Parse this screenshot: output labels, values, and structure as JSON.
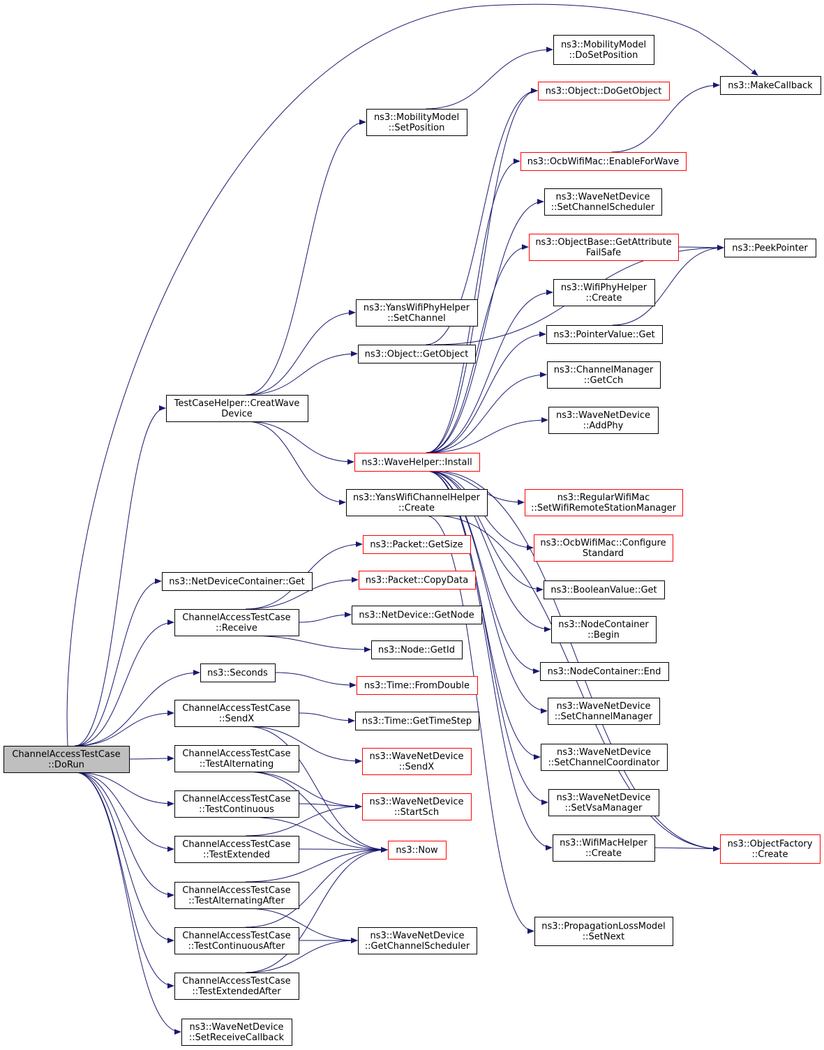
{
  "colors": {
    "edge": "#191970",
    "node_border": "#000000",
    "node_border_truncated": "#ff0000",
    "root_fill": "#bfbfbf"
  },
  "nodes": {
    "dorun": {
      "lines": [
        "ChannelAccessTestCase",
        "::DoRun"
      ],
      "style": "root"
    },
    "creatwave": {
      "lines": [
        "TestCaseHelper::CreatWave",
        "Device"
      ],
      "style": "normal"
    },
    "ndcget": {
      "lines": [
        "ns3::NetDeviceContainer::Get"
      ],
      "style": "normal"
    },
    "receive": {
      "lines": [
        "ChannelAccessTestCase",
        "::Receive"
      ],
      "style": "normal"
    },
    "seconds": {
      "lines": [
        "ns3::Seconds"
      ],
      "style": "normal"
    },
    "sendx": {
      "lines": [
        "ChannelAccessTestCase",
        "::SendX"
      ],
      "style": "normal"
    },
    "testalt": {
      "lines": [
        "ChannelAccessTestCase",
        "::TestAlternating"
      ],
      "style": "normal"
    },
    "testcont": {
      "lines": [
        "ChannelAccessTestCase",
        "::TestContinuous"
      ],
      "style": "normal"
    },
    "testext": {
      "lines": [
        "ChannelAccessTestCase",
        "::TestExtended"
      ],
      "style": "normal"
    },
    "testaltafter": {
      "lines": [
        "ChannelAccessTestCase",
        "::TestAlternatingAfter"
      ],
      "style": "normal"
    },
    "testcontafter": {
      "lines": [
        "ChannelAccessTestCase",
        "::TestContinuousAfter"
      ],
      "style": "normal"
    },
    "testextafter": {
      "lines": [
        "ChannelAccessTestCase",
        "::TestExtendedAfter"
      ],
      "style": "normal"
    },
    "setrecvcb": {
      "lines": [
        "ns3::WaveNetDevice",
        "::SetReceiveCallback"
      ],
      "style": "normal"
    },
    "mmsetpos": {
      "lines": [
        "ns3::MobilityModel",
        "::SetPosition"
      ],
      "style": "normal"
    },
    "yanssetch": {
      "lines": [
        "ns3::YansWifiPhyHelper",
        "::SetChannel"
      ],
      "style": "normal"
    },
    "getobject": {
      "lines": [
        "ns3::Object::GetObject"
      ],
      "style": "normal"
    },
    "waveinstall": {
      "lines": [
        "ns3::WaveHelper::Install"
      ],
      "style": "truncated"
    },
    "yanschcreate": {
      "lines": [
        "ns3::YansWifiChannelHelper",
        "::Create"
      ],
      "style": "normal"
    },
    "pktgetsize": {
      "lines": [
        "ns3::Packet::GetSize"
      ],
      "style": "truncated"
    },
    "pktcopy": {
      "lines": [
        "ns3::Packet::CopyData"
      ],
      "style": "truncated"
    },
    "ndgetnode": {
      "lines": [
        "ns3::NetDevice::GetNode"
      ],
      "style": "normal"
    },
    "nodegetid": {
      "lines": [
        "ns3::Node::GetId"
      ],
      "style": "normal"
    },
    "fromdouble": {
      "lines": [
        "ns3::Time::FromDouble"
      ],
      "style": "truncated"
    },
    "gettimestep": {
      "lines": [
        "ns3::Time::GetTimeStep"
      ],
      "style": "normal"
    },
    "wndsendx": {
      "lines": [
        "ns3::WaveNetDevice",
        "::SendX"
      ],
      "style": "truncated"
    },
    "startsch": {
      "lines": [
        "ns3::WaveNetDevice",
        "::StartSch"
      ],
      "style": "truncated"
    },
    "now": {
      "lines": [
        "ns3::Now"
      ],
      "style": "truncated"
    },
    "getchsched": {
      "lines": [
        "ns3::WaveNetDevice",
        "::GetChannelScheduler"
      ],
      "style": "normal"
    },
    "mmdosetpos": {
      "lines": [
        "ns3::MobilityModel",
        "::DoSetPosition"
      ],
      "style": "normal"
    },
    "dogetobject": {
      "lines": [
        "ns3::Object::DoGetObject"
      ],
      "style": "truncated"
    },
    "enableforwave": {
      "lines": [
        "ns3::OcbWifiMac::EnableForWave"
      ],
      "style": "truncated"
    },
    "setchsched": {
      "lines": [
        "ns3::WaveNetDevice",
        "::SetChannelScheduler"
      ],
      "style": "normal"
    },
    "getattrfs": {
      "lines": [
        "ns3::ObjectBase::GetAttribute",
        "FailSafe"
      ],
      "style": "truncated"
    },
    "wifiphycreate": {
      "lines": [
        "ns3::WifiPhyHelper",
        "::Create"
      ],
      "style": "normal"
    },
    "pvget": {
      "lines": [
        "ns3::PointerValue::Get"
      ],
      "style": "normal"
    },
    "getcch": {
      "lines": [
        "ns3::ChannelManager",
        "::GetCch"
      ],
      "style": "normal"
    },
    "addphy": {
      "lines": [
        "ns3::WaveNetDevice",
        "::AddPhy"
      ],
      "style": "normal"
    },
    "setwrsm": {
      "lines": [
        "ns3::RegularWifiMac",
        "::SetWifiRemoteStationManager"
      ],
      "style": "truncated"
    },
    "configstd": {
      "lines": [
        "ns3::OcbWifiMac::Configure",
        "Standard"
      ],
      "style": "truncated"
    },
    "boolget": {
      "lines": [
        "ns3::BooleanValue::Get"
      ],
      "style": "normal"
    },
    "ncbegin": {
      "lines": [
        "ns3::NodeContainer",
        "::Begin"
      ],
      "style": "normal"
    },
    "ncend": {
      "lines": [
        "ns3::NodeContainer::End"
      ],
      "style": "normal"
    },
    "setchmgr": {
      "lines": [
        "ns3::WaveNetDevice",
        "::SetChannelManager"
      ],
      "style": "normal"
    },
    "setchcoord": {
      "lines": [
        "ns3::WaveNetDevice",
        "::SetChannelCoordinator"
      ],
      "style": "normal"
    },
    "setvsa": {
      "lines": [
        "ns3::WaveNetDevice",
        "::SetVsaManager"
      ],
      "style": "normal"
    },
    "wifimaccreate": {
      "lines": [
        "ns3::WifiMacHelper",
        "::Create"
      ],
      "style": "normal"
    },
    "propsetnext": {
      "lines": [
        "ns3::PropagationLossModel",
        "::SetNext"
      ],
      "style": "normal"
    },
    "makecallback": {
      "lines": [
        "ns3::MakeCallback"
      ],
      "style": "normal"
    },
    "peekpointer": {
      "lines": [
        "ns3::PeekPointer"
      ],
      "style": "normal"
    },
    "objfactcreate": {
      "lines": [
        "ns3::ObjectFactory",
        "::Create"
      ],
      "style": "truncated"
    }
  },
  "edges": [
    [
      "dorun",
      "makecallback"
    ],
    [
      "dorun",
      "creatwave"
    ],
    [
      "dorun",
      "ndcget"
    ],
    [
      "dorun",
      "receive"
    ],
    [
      "dorun",
      "seconds"
    ],
    [
      "dorun",
      "sendx"
    ],
    [
      "dorun",
      "testalt"
    ],
    [
      "dorun",
      "testcont"
    ],
    [
      "dorun",
      "testext"
    ],
    [
      "dorun",
      "testaltafter"
    ],
    [
      "dorun",
      "testcontafter"
    ],
    [
      "dorun",
      "testextafter"
    ],
    [
      "dorun",
      "setrecvcb"
    ],
    [
      "creatwave",
      "mmsetpos"
    ],
    [
      "creatwave",
      "yanssetch"
    ],
    [
      "creatwave",
      "getobject"
    ],
    [
      "creatwave",
      "waveinstall"
    ],
    [
      "creatwave",
      "yanschcreate"
    ],
    [
      "mmsetpos",
      "mmdosetpos"
    ],
    [
      "getobject",
      "dogetobject"
    ],
    [
      "getobject",
      "peekpointer"
    ],
    [
      "enableforwave",
      "makecallback"
    ],
    [
      "getattrfs",
      "peekpointer"
    ],
    [
      "pvget",
      "peekpointer"
    ],
    [
      "wifimaccreate",
      "objfactcreate"
    ],
    [
      "waveinstall",
      "dogetobject"
    ],
    [
      "waveinstall",
      "enableforwave"
    ],
    [
      "waveinstall",
      "setchsched"
    ],
    [
      "waveinstall",
      "getattrfs"
    ],
    [
      "waveinstall",
      "wifiphycreate"
    ],
    [
      "waveinstall",
      "pvget"
    ],
    [
      "waveinstall",
      "getcch"
    ],
    [
      "waveinstall",
      "addphy"
    ],
    [
      "waveinstall",
      "objfactcreate"
    ],
    [
      "waveinstall",
      "setwrsm"
    ],
    [
      "waveinstall",
      "configstd"
    ],
    [
      "waveinstall",
      "boolget"
    ],
    [
      "waveinstall",
      "ncbegin"
    ],
    [
      "waveinstall",
      "ncend"
    ],
    [
      "waveinstall",
      "setchmgr"
    ],
    [
      "waveinstall",
      "setchcoord"
    ],
    [
      "waveinstall",
      "setvsa"
    ],
    [
      "waveinstall",
      "wifimaccreate"
    ],
    [
      "yanschcreate",
      "objfactcreate"
    ],
    [
      "yanschcreate",
      "propsetnext"
    ],
    [
      "receive",
      "pktgetsize"
    ],
    [
      "receive",
      "pktcopy"
    ],
    [
      "receive",
      "ndgetnode"
    ],
    [
      "receive",
      "nodegetid"
    ],
    [
      "seconds",
      "fromdouble"
    ],
    [
      "sendx",
      "gettimestep"
    ],
    [
      "sendx",
      "wndsendx"
    ],
    [
      "sendx",
      "now"
    ],
    [
      "testalt",
      "startsch"
    ],
    [
      "testalt",
      "now"
    ],
    [
      "testcont",
      "startsch"
    ],
    [
      "testcont",
      "now"
    ],
    [
      "testext",
      "startsch"
    ],
    [
      "testext",
      "now"
    ],
    [
      "testaltafter",
      "now"
    ],
    [
      "testaltafter",
      "getchsched"
    ],
    [
      "testcontafter",
      "now"
    ],
    [
      "testcontafter",
      "getchsched"
    ],
    [
      "testextafter",
      "now"
    ],
    [
      "testextafter",
      "getchsched"
    ]
  ]
}
